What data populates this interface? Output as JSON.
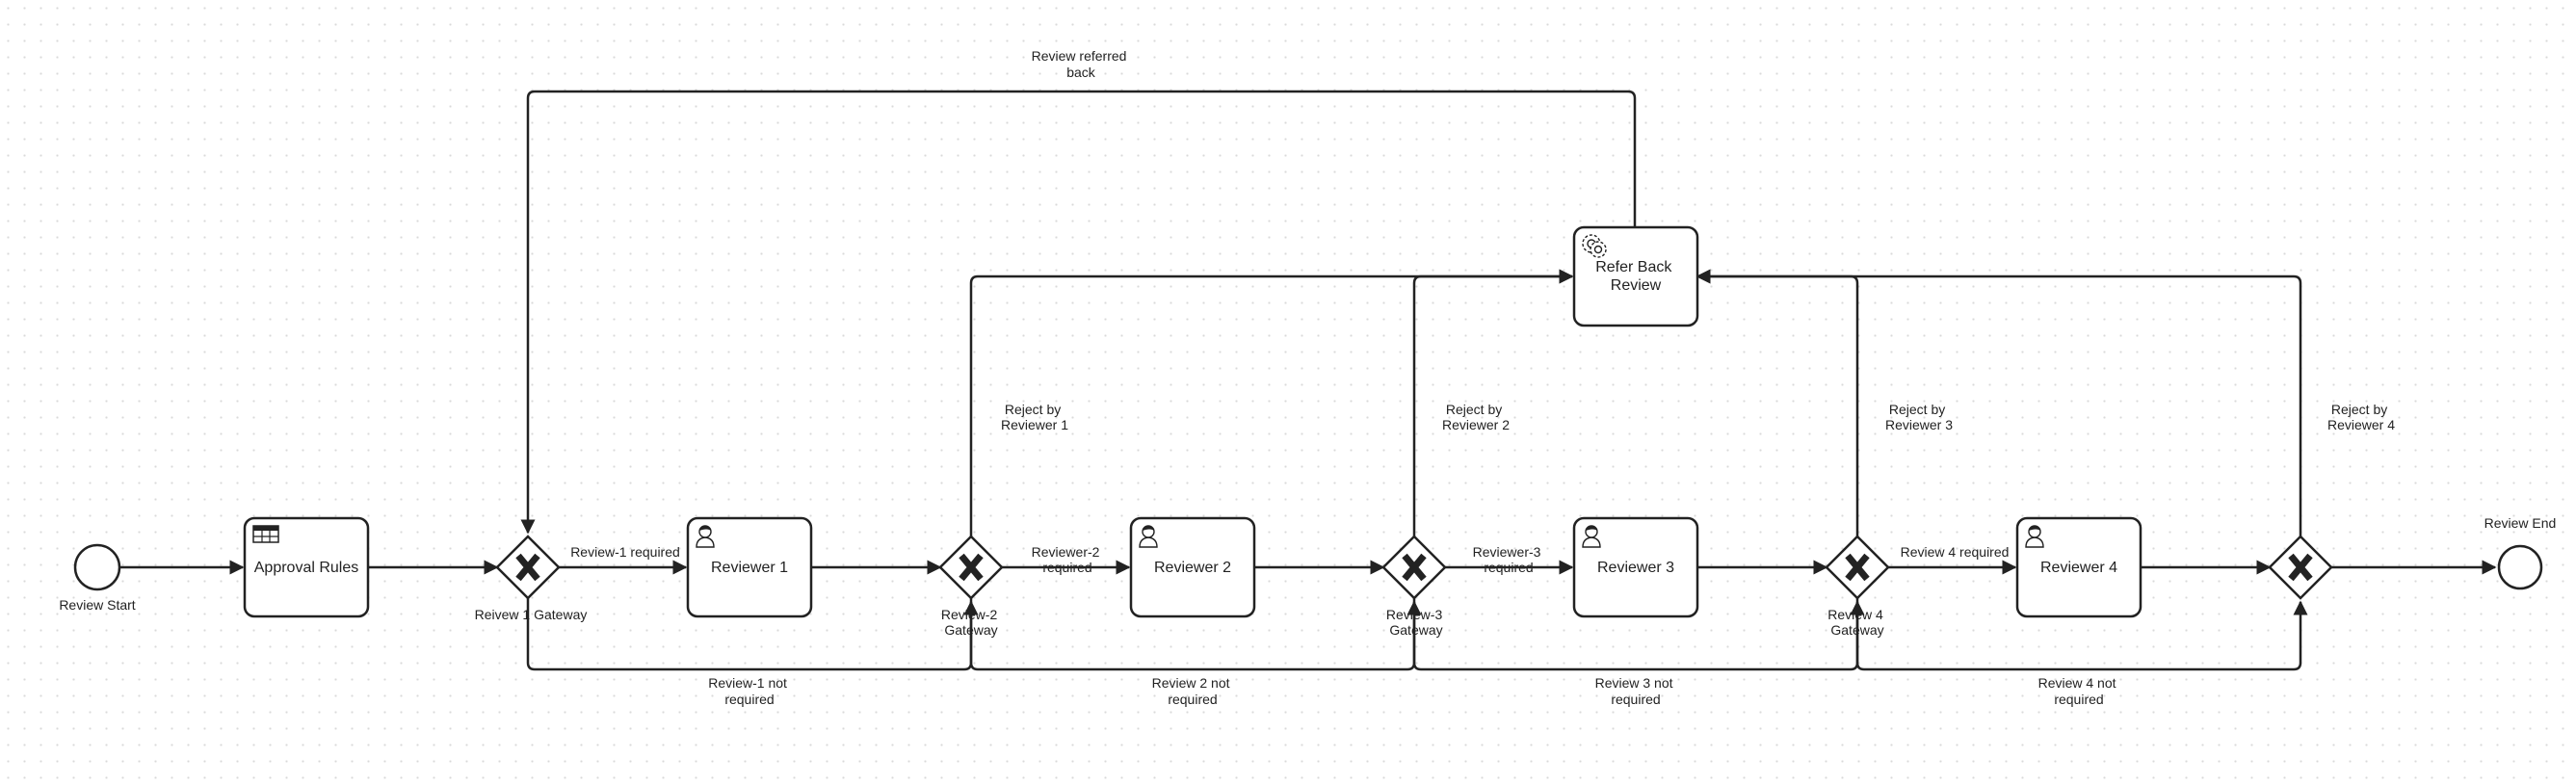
{
  "events": {
    "start": "Review Start",
    "end": "Review End"
  },
  "tasks": {
    "approval_rules": "Approval Rules",
    "reviewer1": "Reviewer 1",
    "reviewer2": "Reviewer 2",
    "reviewer3": "Reviewer 3",
    "reviewer4": "Reviewer 4",
    "refer_back": [
      "Refer Back",
      "Review"
    ]
  },
  "gateways": {
    "g1": [
      "Reivew 1 Gateway"
    ],
    "g2": [
      "Review-2",
      "Gateway"
    ],
    "g3": [
      "Review-3",
      "Gateway"
    ],
    "g4": [
      "Review 4",
      "Gateway"
    ]
  },
  "flows": {
    "review1_required": [
      "Review-1 required"
    ],
    "review2_required": [
      "Reviewer-2",
      "required"
    ],
    "review3_required": [
      "Reviewer-3",
      "required"
    ],
    "review4_required": [
      "Review 4 required"
    ],
    "reject1": [
      "Reject by",
      "Reviewer 1"
    ],
    "reject2": [
      "Reject by",
      "Reviewer 2"
    ],
    "reject3": [
      "Reject by",
      "Reviewer 3"
    ],
    "reject4": [
      "Reject by",
      "Reviewer 4"
    ],
    "not_required1": [
      "Review-1 not",
      "required"
    ],
    "not_required2": [
      "Review 2 not",
      "required"
    ],
    "not_required3": [
      "Review 3 not",
      "required"
    ],
    "not_required4": [
      "Review 4 not",
      "required"
    ],
    "referred_back": [
      "Review referred",
      "back"
    ]
  },
  "icons": {
    "task_approval": "table-icon",
    "task_reviewers": "user-icon",
    "task_refer_back": "gear-icon",
    "gateway": "exclusive-x-icon"
  }
}
